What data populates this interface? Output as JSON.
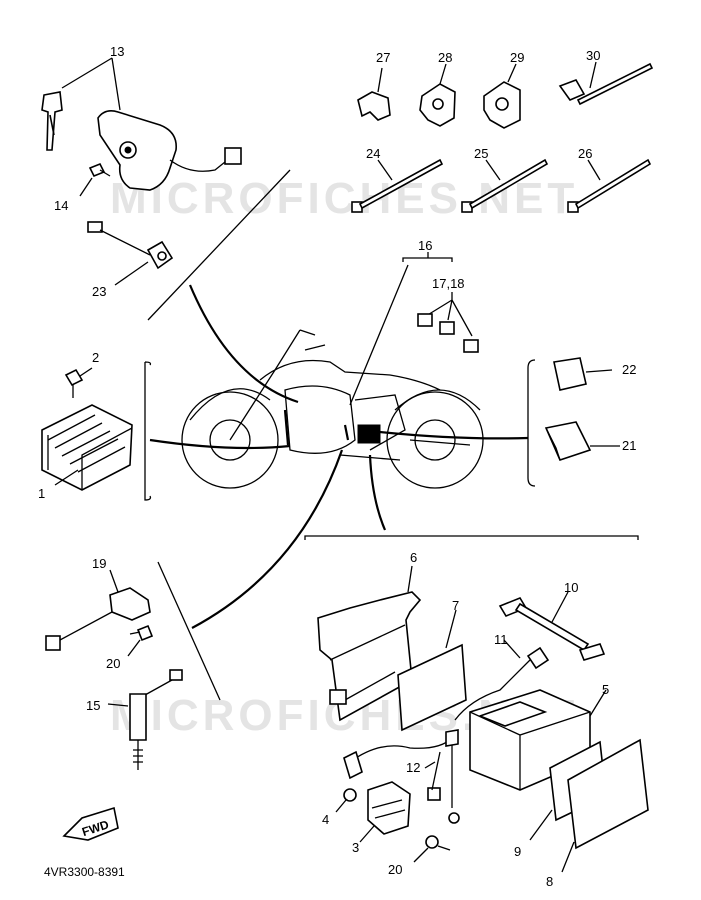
{
  "watermark": "MICROFICHES.NET",
  "part_code": "4VR3300-8391",
  "direction_tag": "FWD",
  "labels": {
    "l1": "1",
    "l2": "2",
    "l3": "3",
    "l4": "4",
    "l5": "5",
    "l6": "6",
    "l7": "7",
    "l8": "8",
    "l9": "9",
    "l10": "10",
    "l11": "11",
    "l12": "12",
    "l13": "13",
    "l14": "14",
    "l15": "15",
    "l16": "16",
    "l17_18": "17,18",
    "l19": "19",
    "l20a": "20",
    "l20b": "20",
    "l21": "21",
    "l22": "22",
    "l23": "23",
    "l24": "24",
    "l25": "25",
    "l26": "26",
    "l27": "27",
    "l28": "28",
    "l29": "29",
    "l30": "30"
  }
}
